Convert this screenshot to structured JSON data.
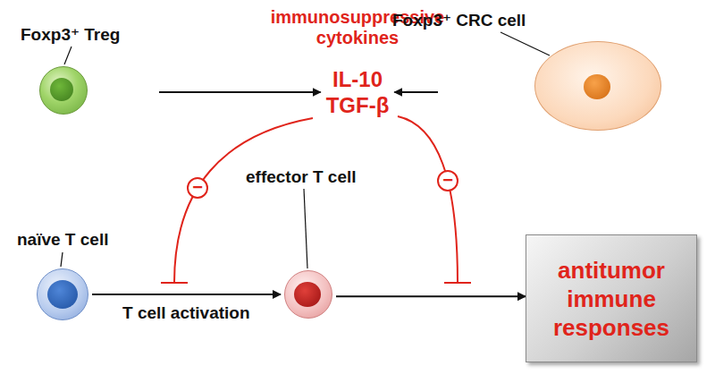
{
  "diagram": {
    "nodes": [
      {
        "text": [
          "Foxp3⁺ Treg"
        ]
      },
      {
        "text": [
          "immunosuppressive cytokines",
          "IL-10",
          "TGF-β"
        ]
      },
      {
        "text": [
          "Foxp3⁺ CRC cell"
        ]
      },
      {
        "text": [
          "naïve T cell"
        ]
      },
      {
        "text": [
          "effector T cell"
        ]
      },
      {
        "text": [
          "antitumor immune responses"
        ]
      }
    ],
    "edges": [
      {
        "from": 0,
        "to": 1,
        "arrow": "to"
      },
      {
        "from": 2,
        "to": 1,
        "arrow": "to"
      },
      {
        "from": 3,
        "to": 4,
        "label": "T cell activation",
        "arrow": "to"
      },
      {
        "from": 4,
        "to": 5,
        "arrow": "to"
      }
    ],
    "labels": [
      "−",
      "−"
    ]
  }
}
